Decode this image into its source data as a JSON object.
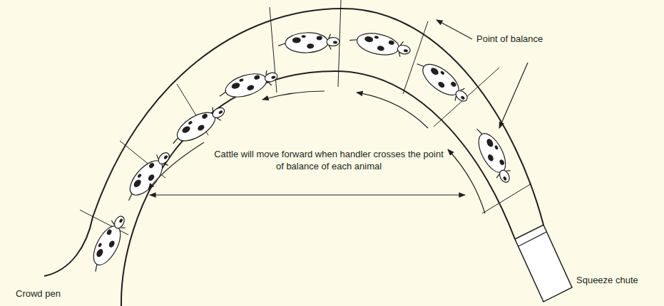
{
  "diagram": {
    "labels": [
      "Point of balance",
      "Cattle will move forward when handler crosses the point of balance of each animal",
      "Crowd pen",
      "Squeeze chute"
    ]
  }
}
